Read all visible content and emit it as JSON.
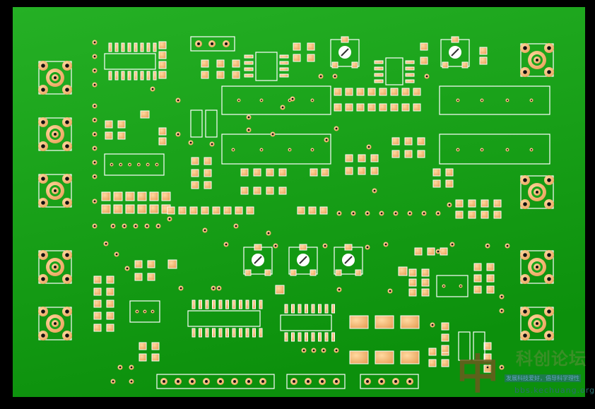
{
  "image": {
    "type": "pcb-layout-render"
  },
  "watermark": {
    "logo_char": "中",
    "title": "科创论坛",
    "slogan": "发展科技爱好，倡导科学理性",
    "url": "bbs.kechuang.org"
  },
  "colors": {
    "board": "#1aa51a",
    "board_dark": "#0b8a0b",
    "pad": "#f2b36a",
    "silk": "#ffffff",
    "background": "#000000"
  }
}
